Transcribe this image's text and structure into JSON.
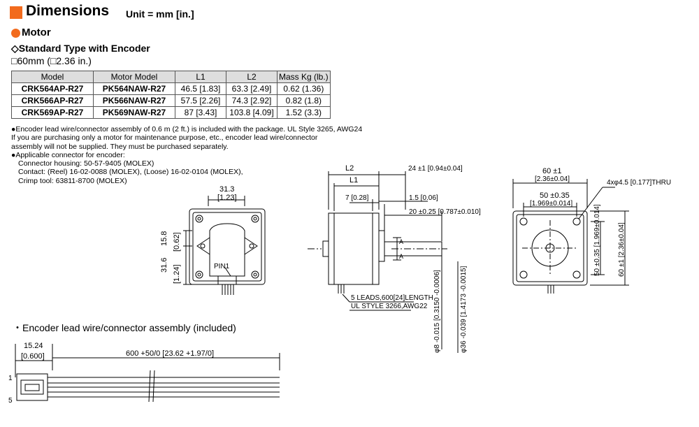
{
  "header": {
    "title": "Dimensions",
    "unit": "Unit = mm [in.]"
  },
  "motor_title": "Motor",
  "standard_title": "◇Standard Type with Encoder",
  "size_title": "□60mm (□2.36 in.)",
  "table": {
    "headers": [
      "Model",
      "Motor Model",
      "L1",
      "L2",
      "Mass Kg (lb.)"
    ],
    "rows": [
      [
        "CRK564AP-R27",
        "PK564NAW-R27",
        "46.5 [1.83]",
        "63.3 [2.49]",
        "0.62 (1.36)"
      ],
      [
        "CRK566AP-R27",
        "PK566NAW-R27",
        "57.5 [2.26]",
        "74.3 [2.92]",
        "0.82 (1.8)"
      ],
      [
        "CRK569AP-R27",
        "PK569NAW-R27",
        "87 [3.43]",
        "103.8 [4.09]",
        "1.52 (3.3)"
      ]
    ]
  },
  "notes": [
    "●Encoder lead wire/connector assembly of 0.6 m (2 ft.) is included with the package. UL Style 3265, AWG24",
    "If you are purchasing only a motor for maintenance purpose, etc., encoder lead wire/connector",
    "assembly will not be supplied. They must be purchased separately.",
    "●Applicable connector for encoder:",
    "Connector housing: 50-57-9405 (MOLEX)",
    "Contact: (Reel) 16-02-0088 (MOLEX), (Loose) 16-02-0104 (MOLEX),",
    "Crimp tool: 63811-8700 (MOLEX)"
  ],
  "drawing_labels": {
    "rear_w": "31.3",
    "rear_w_in": "[1.23]",
    "rear_h1": "15.8",
    "rear_h1_in": "[0.62]",
    "rear_h2": "31.6",
    "rear_h2_in": "[1.24]",
    "pin1": "PIN1",
    "l2": "L2",
    "l1": "L1",
    "d24": "24 ±1 [0.94±0.04]",
    "d7": "7 [0.28]",
    "d15": "1.5 [0.06]",
    "d20": "20 ±0.25 [0.787±0.010]",
    "a1": "A",
    "a2": "A",
    "leads1": "5 LEADS,600[24]LENGTH",
    "leads2": "UL STYLE 3266,AWG22",
    "shaft": "φ8 -0.015 [0.3150 -0.0006]",
    "pilot": "φ36 -0.039 [1.4173 -0.0015]",
    "f60": "60 ±1",
    "f60_in": "[2.36±0.04]",
    "f50": "50 ±0.35",
    "f50_in": "[1.969±0.014]",
    "holes": "4xφ4.5 [0.177]THRU",
    "v50": "50 ±0.35 [1.969±0.014]",
    "v60": "60 ±1 [2.36±0.04]"
  },
  "encoder": {
    "title": "・Encoder lead wire/connector assembly (included)",
    "dim1": "15.24",
    "dim1_in": "[0.600]",
    "dim2": "600 +50/0 [23.62 +1.97/0]",
    "pin_top": "1",
    "pin_bot": "5"
  },
  "colors": {
    "accent": "#f26b1d"
  }
}
